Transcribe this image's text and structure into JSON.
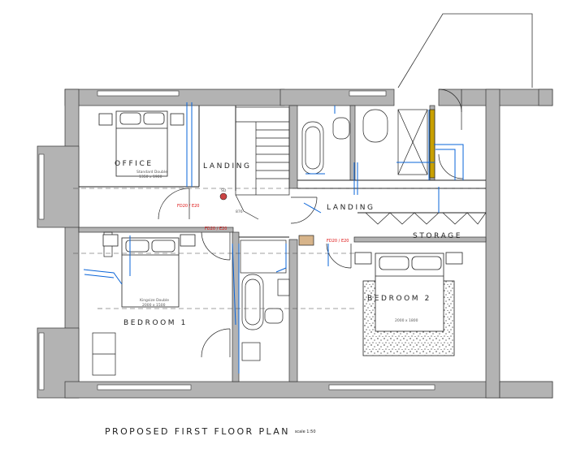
{
  "rooms": {
    "office": "OFFICE",
    "office_bed": "Standard Double",
    "office_bed_size": "1350 x 1900",
    "landing_west": "LANDING",
    "landing_east": "LANDING",
    "storage": "STORAGE",
    "bedroom1": "BEDROOM 1",
    "bedroom1_bed": "Kingsize Double",
    "bedroom1_bed_size": "2000 x 1500",
    "bedroom2": "BEDROOM 2",
    "bedroom2_bed_size": "2000 x 1800"
  },
  "fire_doors": [
    "FD20 / E20",
    "FD20 / E20",
    "FD20 / E20"
  ],
  "smoke_detector": "SD",
  "dims": {
    "stair": "876"
  },
  "plan_title": "PROPOSED FIRST FLOOR PLAN",
  "scale": "scale 1:50",
  "colors": {
    "wall": "#b3b3b3",
    "services": "#0a64d8",
    "fire_door_text": "#d11111",
    "lines": "#222222"
  }
}
